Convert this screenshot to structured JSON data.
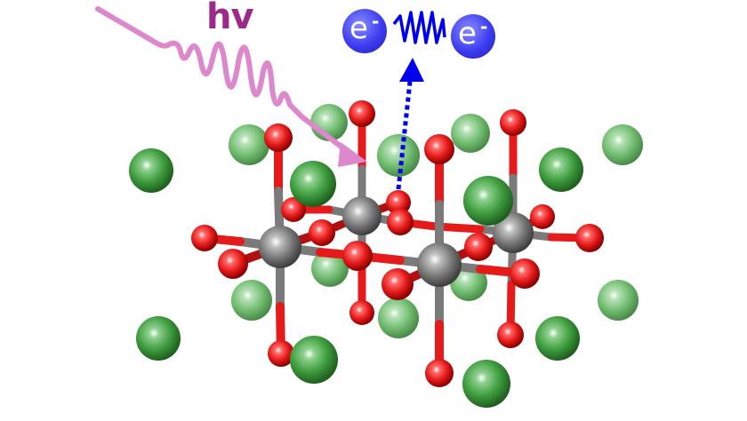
{
  "figure": {
    "type": "crystal-structure-photoemission-illustration",
    "photon_label": "hv",
    "electron_label": "e",
    "electron_charge": "-",
    "colors": {
      "photon": "#dd88cc",
      "photon_label": "#9b2a8a",
      "electron": "#3c3cf0",
      "electron_arrow": "#0000ee",
      "cation_green": "#3f9e3f",
      "oxygen_red": "#e51b1b",
      "metal_gray": "#7a7a7a"
    },
    "legend": []
  }
}
